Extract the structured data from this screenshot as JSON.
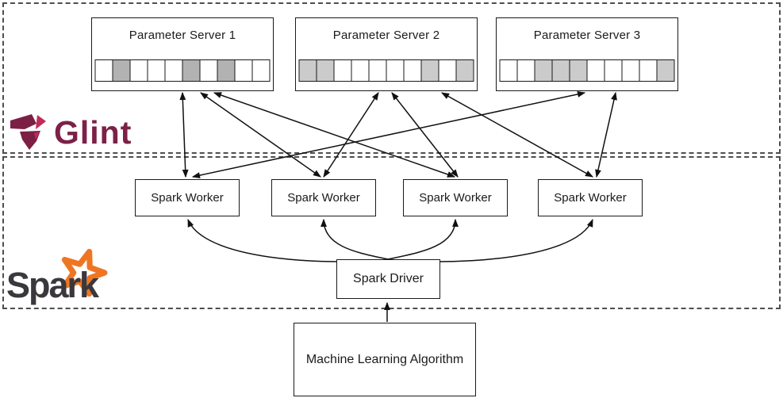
{
  "diagram": {
    "glint_label": "Glint",
    "spark_label": "Spark",
    "parameter_servers": [
      {
        "label": "Parameter Server 1",
        "cells": [
          0,
          1,
          0,
          0,
          0,
          1,
          0,
          1,
          0,
          0
        ],
        "shaded_color": "#b2b2b2"
      },
      {
        "label": "Parameter Server 2",
        "cells": [
          1,
          1,
          0,
          0,
          0,
          0,
          0,
          1,
          0,
          1
        ],
        "shaded_color": "#cbcbcb"
      },
      {
        "label": "Parameter Server 3",
        "cells": [
          0,
          0,
          1,
          1,
          1,
          0,
          0,
          0,
          0,
          1
        ],
        "shaded_color": "#cbcbcb"
      }
    ],
    "workers": [
      {
        "label": "Spark Worker"
      },
      {
        "label": "Spark Worker"
      },
      {
        "label": "Spark Worker"
      },
      {
        "label": "Spark Worker"
      }
    ],
    "driver_label": "Spark Driver",
    "algorithm_label": "Machine Learning Algorithm",
    "connections": [
      {
        "from": "Parameter Server 1",
        "to": "Spark Worker 1",
        "bidirectional": true
      },
      {
        "from": "Parameter Server 1",
        "to": "Spark Worker 2",
        "bidirectional": true
      },
      {
        "from": "Parameter Server 1",
        "to": "Spark Worker 3",
        "bidirectional": true
      },
      {
        "from": "Parameter Server 2",
        "to": "Spark Worker 2",
        "bidirectional": true
      },
      {
        "from": "Parameter Server 2",
        "to": "Spark Worker 3",
        "bidirectional": true
      },
      {
        "from": "Parameter Server 2",
        "to": "Spark Worker 4",
        "bidirectional": true
      },
      {
        "from": "Parameter Server 3",
        "to": "Spark Worker 1",
        "bidirectional": true
      },
      {
        "from": "Parameter Server 3",
        "to": "Spark Worker 4",
        "bidirectional": true
      },
      {
        "from": "Spark Driver",
        "to": "Spark Worker 1",
        "bidirectional": false
      },
      {
        "from": "Spark Driver",
        "to": "Spark Worker 2",
        "bidirectional": false
      },
      {
        "from": "Spark Driver",
        "to": "Spark Worker 3",
        "bidirectional": false
      },
      {
        "from": "Spark Driver",
        "to": "Spark Worker 4",
        "bidirectional": false
      },
      {
        "from": "Machine Learning Algorithm",
        "to": "Spark Driver",
        "bidirectional": false
      }
    ]
  },
  "colors": {
    "glint_dark": "#7c1f44",
    "glint_bright": "#c22a5c",
    "glint_text": "#7c2148",
    "spark_text": "#3a383c",
    "spark_star": "#ee7623",
    "box_border": "#1a1a1a",
    "cell_border": "#1a1a1a",
    "arrow": "#111111",
    "region_border": "#4e4e4e"
  }
}
